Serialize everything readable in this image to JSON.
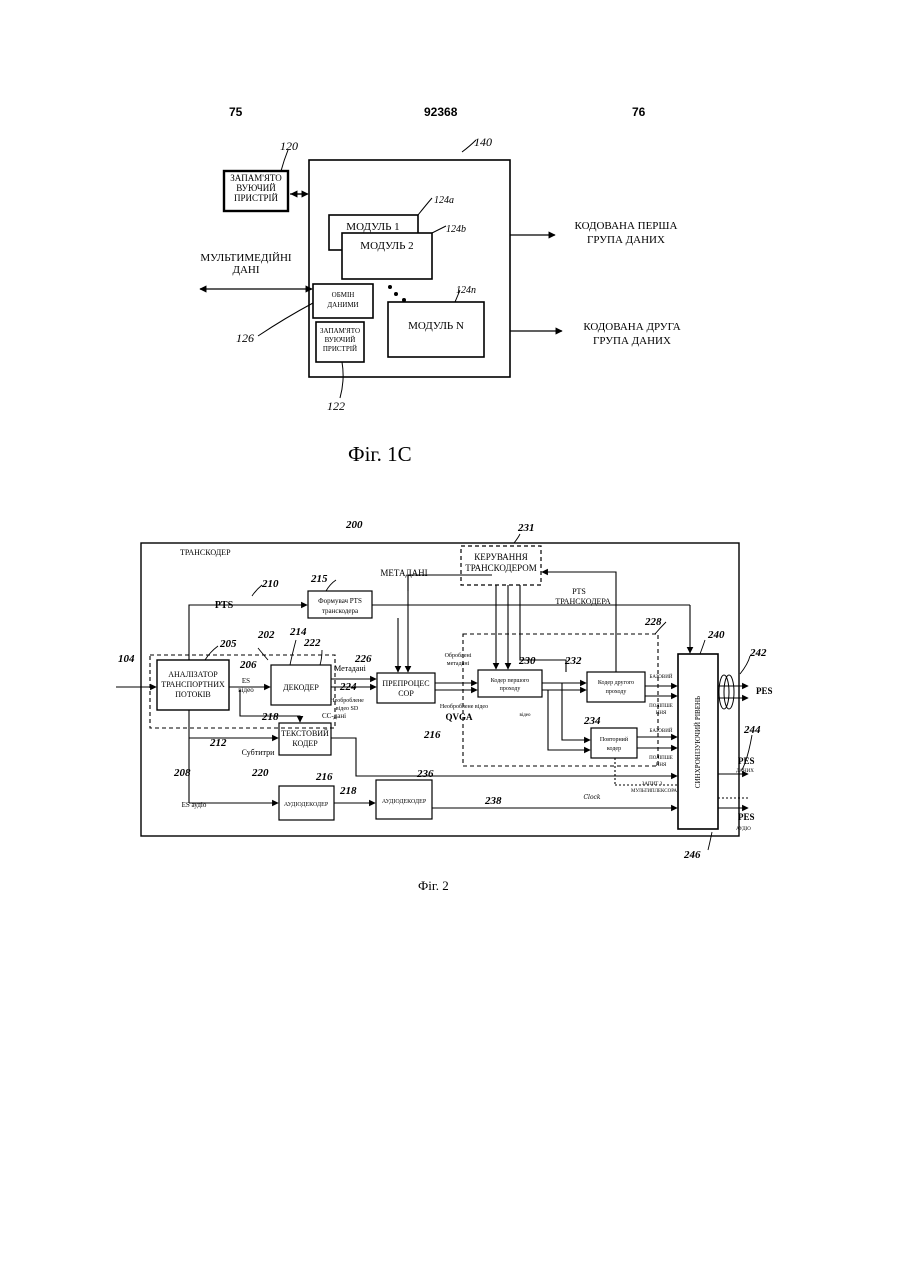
{
  "page_header": {
    "left": "75",
    "center": "92368",
    "right": "76"
  },
  "fig1c": {
    "caption": "Фіг. 1С",
    "refs": {
      "main": "140",
      "mem_left": "120",
      "mod1": "124a",
      "mod2": "124b",
      "modn": "124n",
      "exchange": "126",
      "mem_inner": "122"
    },
    "mem_left": [
      "ЗАПАМ'ЯТО",
      "ВУЮЧИЙ",
      "ПРИСТРІЙ"
    ],
    "mod1": "МОДУЛЬ 1",
    "mod2": "МОДУЛЬ 2",
    "modn": "МОДУЛЬ N",
    "exchange": [
      "ОБМІН",
      "ДАНИМИ"
    ],
    "mem_inner": [
      "ЗАПАМ'ЯТО",
      "ВУЮЧИЙ",
      "ПРИСТРІЙ"
    ],
    "multimedia": [
      "МУЛЬТИМЕДІЙНІ",
      "ДАНІ"
    ],
    "out1": [
      "КОДОВАНА ПЕРША",
      "ГРУПА ДАНИХ"
    ],
    "out2": [
      "КОДОВАНА ДРУГА",
      "ГРУПА ДАНИХ"
    ]
  },
  "fig2": {
    "caption": "Фіг. 2",
    "transcoder": "ТРАНСКОДЕР",
    "refs": {
      "r200": "200",
      "r231": "231",
      "r210": "210",
      "r215": "215",
      "r104": "104",
      "r205": "205",
      "r202": "202",
      "r214": "214",
      "r222": "222",
      "r206": "206",
      "r226": "226",
      "r224": "224",
      "r230": "230",
      "r232": "232",
      "r228": "228",
      "r240": "240",
      "r242": "242",
      "r218a": "218",
      "r212": "212",
      "r234": "234",
      "r216a": "216",
      "r244": "244",
      "r220": "220",
      "r216b": "216",
      "r236": "236",
      "r208": "208",
      "r218b": "218",
      "r238": "238",
      "r246": "246"
    },
    "control": [
      "КЕРУВАННЯ",
      "ТРАНСКОДЕРОМ"
    ],
    "metadata": "МЕТАДАНІ",
    "pts": "PTS",
    "pts_former": [
      "Формувач PTS",
      "транскодера"
    ],
    "pts_transcoder": [
      "PTS",
      "ТРАНСКОДЕРА"
    ],
    "analyzer": [
      "АНАЛІЗАТОР",
      "ТРАНСПОРТНИХ",
      "ПОТОКІВ"
    ],
    "es_video": [
      "ES",
      "відео"
    ],
    "decoder": "ДЕКОДЕР",
    "metadata_small": "Метадані",
    "raw_sd": [
      "Необроблене",
      "відео SD"
    ],
    "preproc": [
      "ПРЕПРОЦЕС",
      "СОР"
    ],
    "processed_meta": [
      "Оброблені",
      "метадані"
    ],
    "raw_video": "Необроблене відео",
    "qvga": "QVGA",
    "video_small": "відео",
    "enc1": [
      "Кодер першого",
      "проходу"
    ],
    "enc2": [
      "Кодер другого",
      "проходу"
    ],
    "base1": "БАЗОВИЙ",
    "improve1": [
      "ПОЛІПШЕ",
      "ННЯ"
    ],
    "base2": "БАЗОВИЙ",
    "improve2": [
      "ПОЛІПШЕ",
      "ННЯ"
    ],
    "reenc": [
      "Повторний",
      "кодер"
    ],
    "cc": "СС-дані",
    "subtitles": "Субтитри",
    "text_enc": [
      "ТЕКСТОВИЙ",
      "КОДЕР"
    ],
    "es_audio": "ES аудіо",
    "audio_dec": "АУДІОДЕКОДЕР",
    "audio_dec2": "АУДІОДЕКОДЕР",
    "mux_req": [
      "ЗАПИТ З",
      "МУЛЬТИПЛЕКСОРА"
    ],
    "clock": "Clock",
    "sync": "СИНХРОНІЗУЮЧИЙ РІВЕНЬ",
    "pes": "PES",
    "pes_data": "PES",
    "data_small": "ДАНИХ",
    "pes_audio": "PES",
    "audio_small": "АУДІО"
  }
}
